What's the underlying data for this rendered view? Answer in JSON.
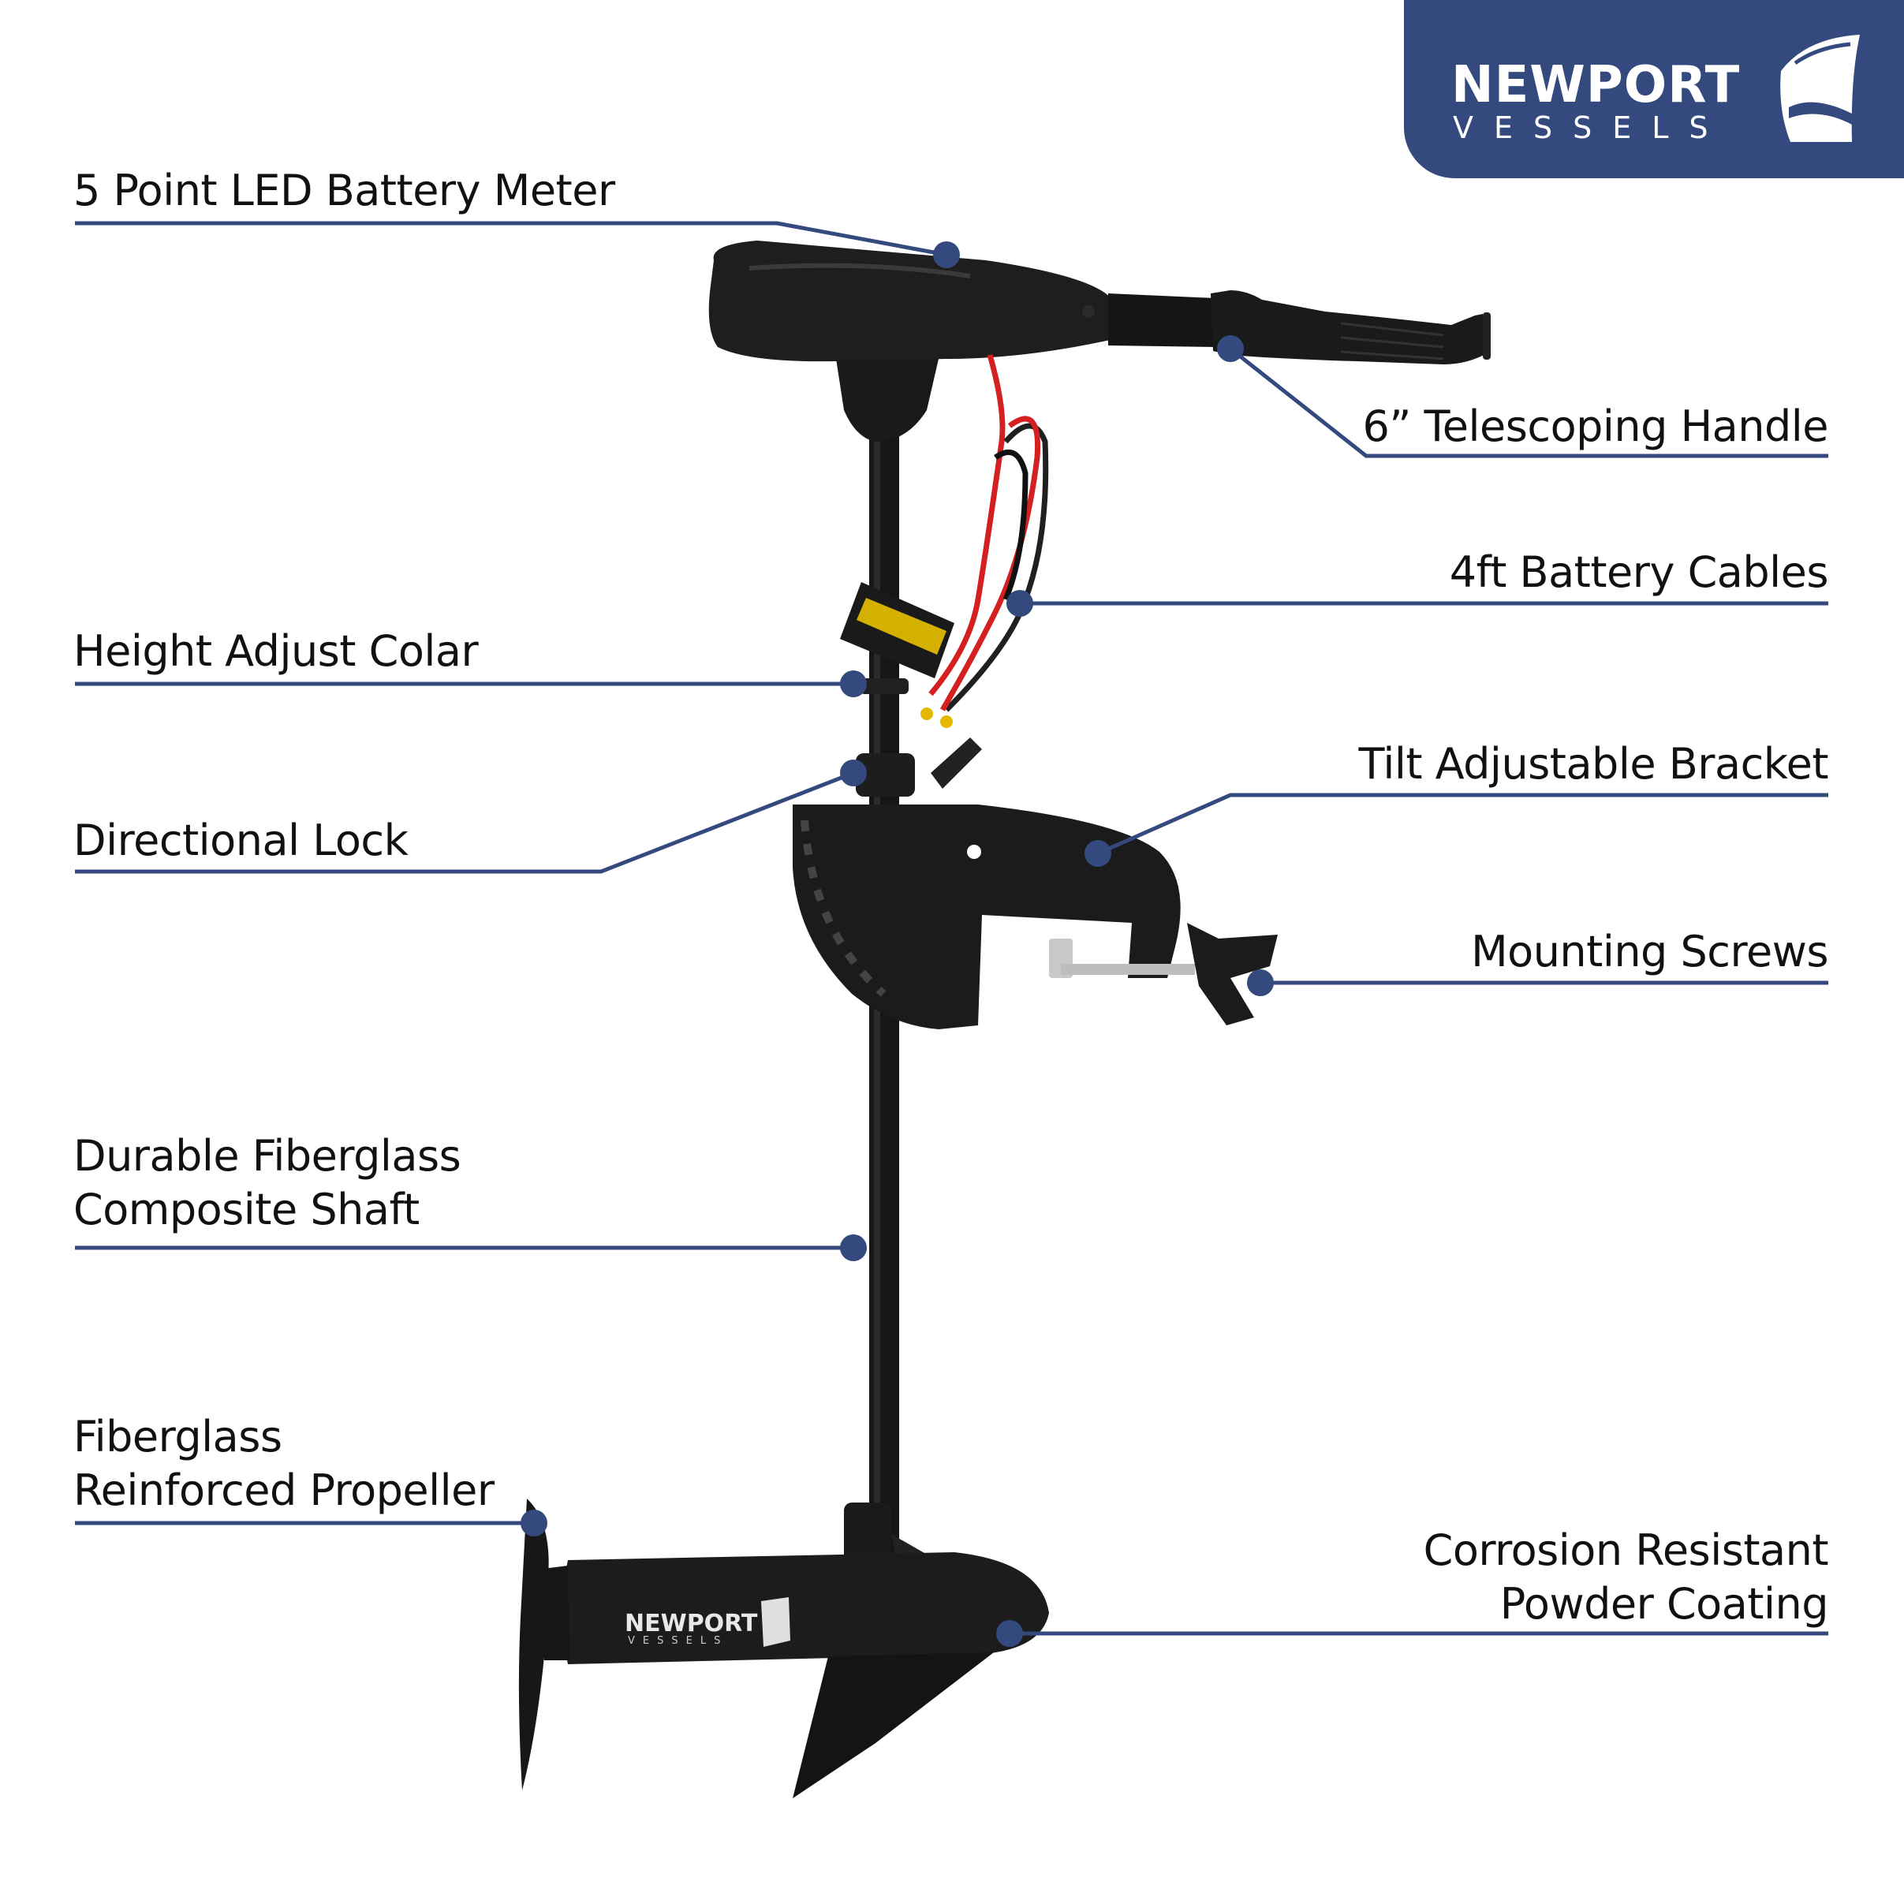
{
  "brand": {
    "name": "NEWPORT",
    "subname": "VESSELS",
    "logo_color": "#344a7e",
    "icon": "boat-sail-icon"
  },
  "product": {
    "motor_decal_brand": "NEWPORT",
    "motor_decal_sub": "VESSELS"
  },
  "callouts": {
    "battery_meter": [
      "5 Point LED Battery Meter"
    ],
    "telescoping_handle": [
      "6” Telescoping Handle"
    ],
    "battery_cables": [
      "4ft Battery Cables"
    ],
    "height_collar": [
      "Height Adjust Colar"
    ],
    "tilt_bracket": [
      "Tilt Adjustable Bracket"
    ],
    "directional_lock": [
      "Directional Lock"
    ],
    "mounting_screws": [
      "Mounting Screws"
    ],
    "shaft": [
      "Durable Fiberglass",
      "Composite Shaft"
    ],
    "propeller": [
      "Fiberglass",
      "Reinforced Propeller"
    ],
    "coating": [
      "Corrosion Resistant",
      "Powder Coating"
    ]
  },
  "colors": {
    "leader_line": "#344a7e",
    "text": "#111111",
    "motor_body": "#1c1c1c",
    "cable_red": "#d42020"
  }
}
